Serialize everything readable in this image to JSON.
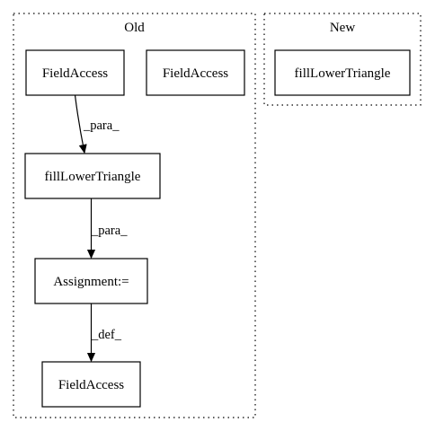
{
  "clusters": {
    "old": {
      "label": "Old"
    },
    "new": {
      "label": "New"
    }
  },
  "nodes": {
    "field_access_top_left": {
      "label": "FieldAccess"
    },
    "field_access_top_right": {
      "label": "FieldAccess"
    },
    "fill_lower_triangle_old": {
      "label": "fillLowerTriangle"
    },
    "assignment": {
      "label": "Assignment:="
    },
    "field_access_bottom": {
      "label": "FieldAccess"
    },
    "fill_lower_triangle_new": {
      "label": "fillLowerTriangle"
    }
  },
  "edges": {
    "fieldaccess_to_fill": {
      "label": "_para_"
    },
    "fill_to_assignment": {
      "label": "_para_"
    },
    "assignment_to_fieldaccess": {
      "label": "_def_"
    }
  },
  "colors": {
    "stroke": "#000000",
    "background": "#ffffff"
  }
}
